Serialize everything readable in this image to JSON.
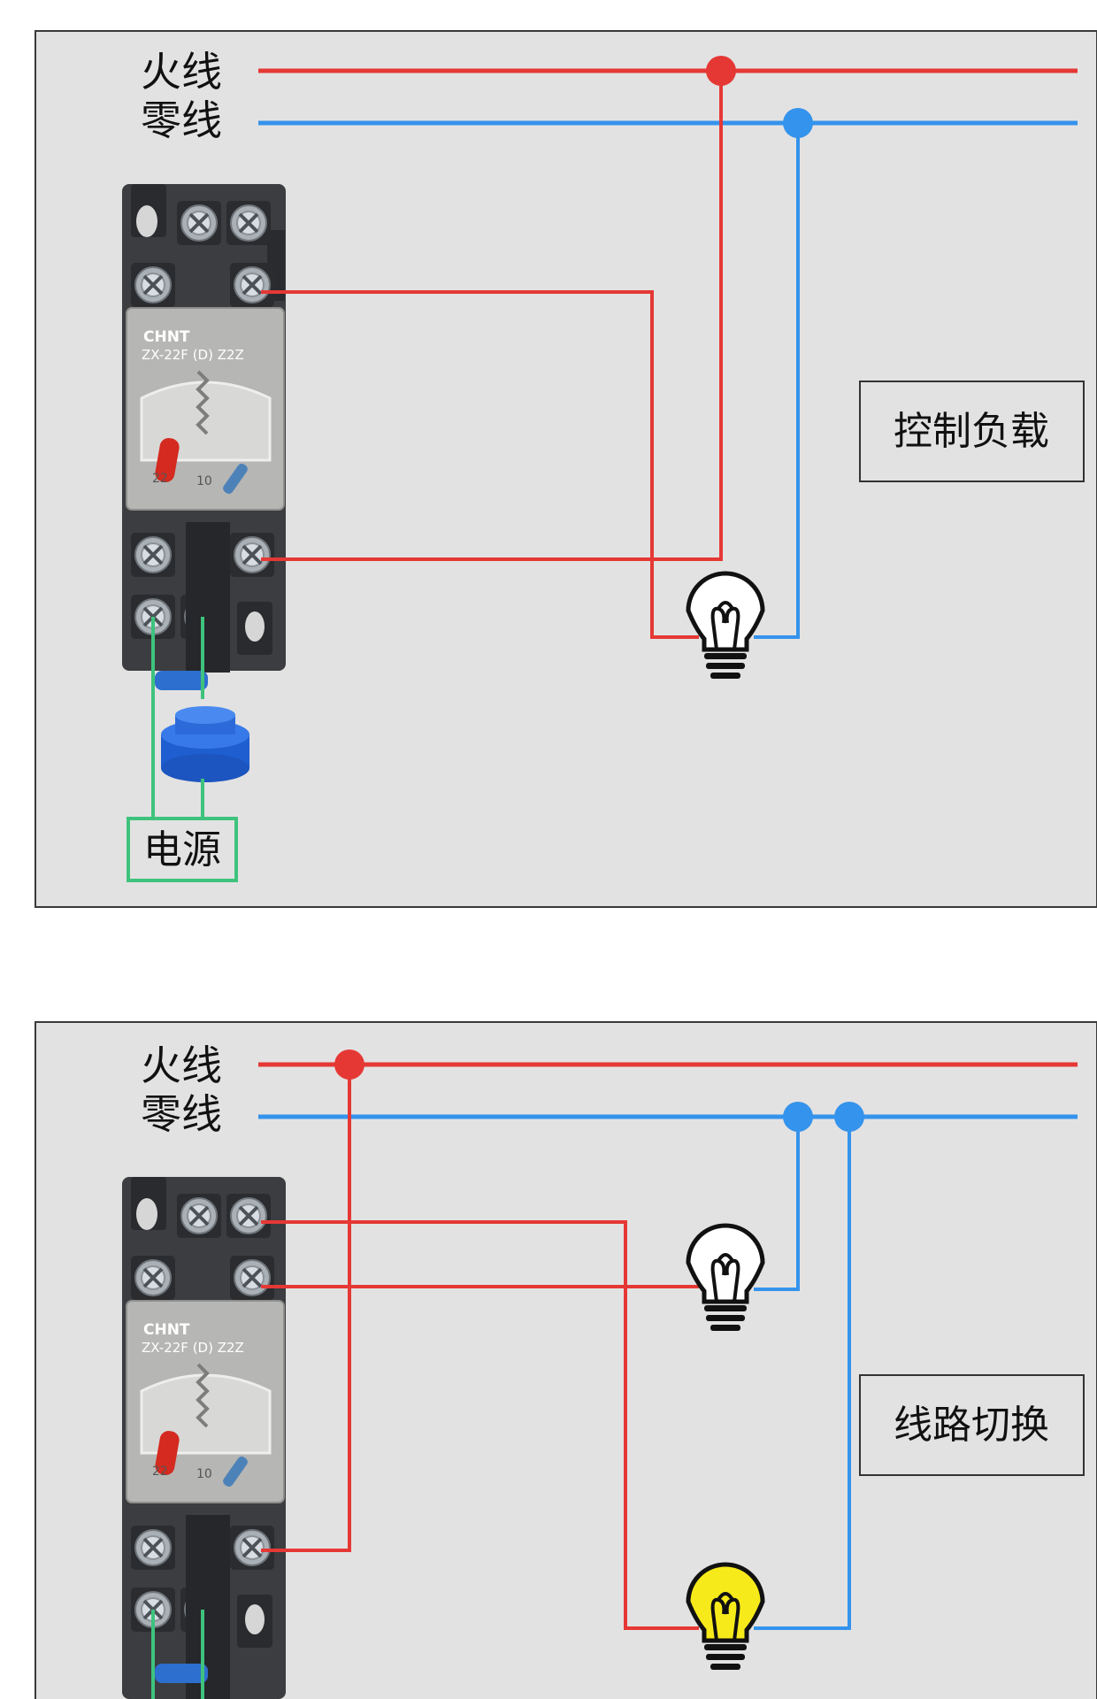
{
  "top_panel": {
    "labels": {
      "live": "火线",
      "neutral": "零线",
      "box": "控制负载",
      "power": "电源"
    },
    "relay": {
      "brand": "CHNT",
      "model": "ZX-22F (D) Z2Z",
      "led": "22",
      "coil": "10"
    },
    "bulbs": [
      {
        "state": "off"
      }
    ]
  },
  "bottom_panel": {
    "labels": {
      "live": "火线",
      "neutral": "零线",
      "box": "线路切换"
    },
    "relay": {
      "brand": "CHNT",
      "model": "ZX-22F (D) Z2Z",
      "led": "22",
      "coil": "10"
    },
    "bulbs": [
      {
        "state": "off"
      },
      {
        "state": "on"
      }
    ]
  },
  "colors": {
    "panel_bg": "#e3e2e2",
    "live": "#e53835",
    "neutral": "#3493ec",
    "power": "#3ec37d",
    "relay_body": "#3c3d40",
    "bulb_on": "#f7ea1a"
  }
}
